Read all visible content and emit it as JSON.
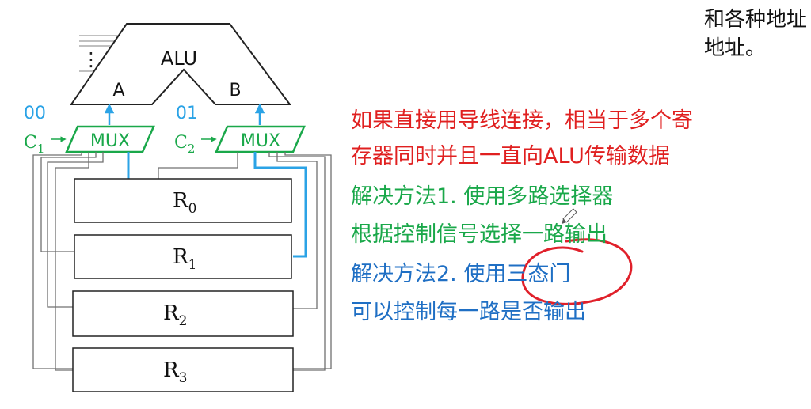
{
  "diagram": {
    "alu_label": "ALU",
    "input_a_label": "A",
    "input_b_label": "B",
    "ellipsis": "⋮",
    "mux_label": "MUX",
    "mux_left_select": "00",
    "mux_right_select": "01",
    "control_left": {
      "base": "C",
      "sub": "1"
    },
    "control_right": {
      "base": "C",
      "sub": "2"
    },
    "registers": [
      {
        "base": "R",
        "sub": "0"
      },
      {
        "base": "R",
        "sub": "1"
      },
      {
        "base": "R",
        "sub": "2"
      },
      {
        "base": "R",
        "sub": "3"
      }
    ]
  },
  "notes": {
    "line1": "如果直接用导线连接，相当于多个寄",
    "line2": "存器同时并且一直向ALU传输数据",
    "line3": "解决方法1. 使用多路选择器",
    "line4": "根据控制信号选择一路输出",
    "line5": "解决方法2. 使用三态门",
    "line6": "可以控制每一路是否输出"
  },
  "corner_text": {
    "line1": "和各种地址",
    "line2": "地址。"
  },
  "colors": {
    "red": "#e02020",
    "green": "#1aa84a",
    "blue": "#1f6fc4",
    "wire_blue": "#2ba3e6",
    "wire_gray": "#707070",
    "annotation_red": "#e0202a"
  }
}
